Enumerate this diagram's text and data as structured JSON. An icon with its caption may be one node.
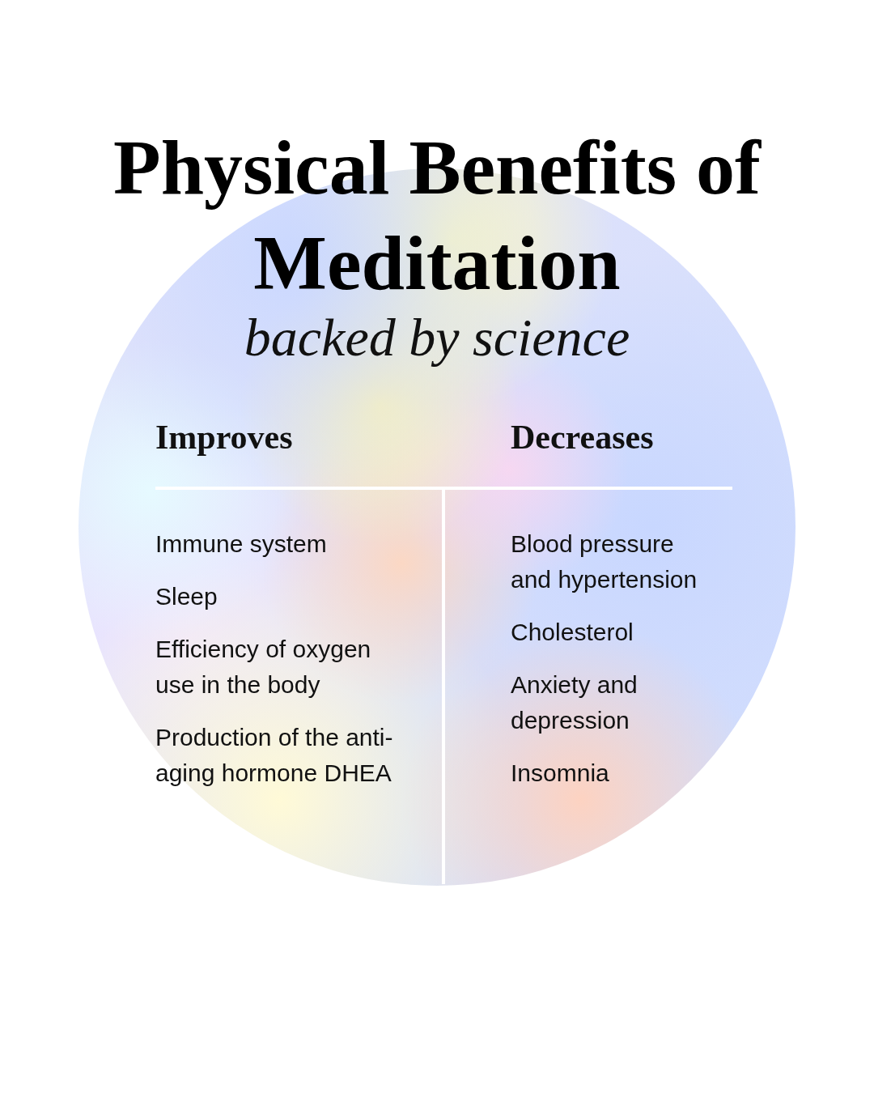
{
  "diagram": {
    "title": "Physical Benefits of Meditation",
    "labels": [
      "backed by science",
      "Improves",
      "Immune system",
      "Sleep",
      "Efficiency of oxygen use in the body",
      "Production of the anti-aging hormone DHEA",
      "Decreases",
      "Blood pressure and hypertension",
      "Cholesterol",
      "Anxiety and depression",
      "Insomnia"
    ]
  }
}
